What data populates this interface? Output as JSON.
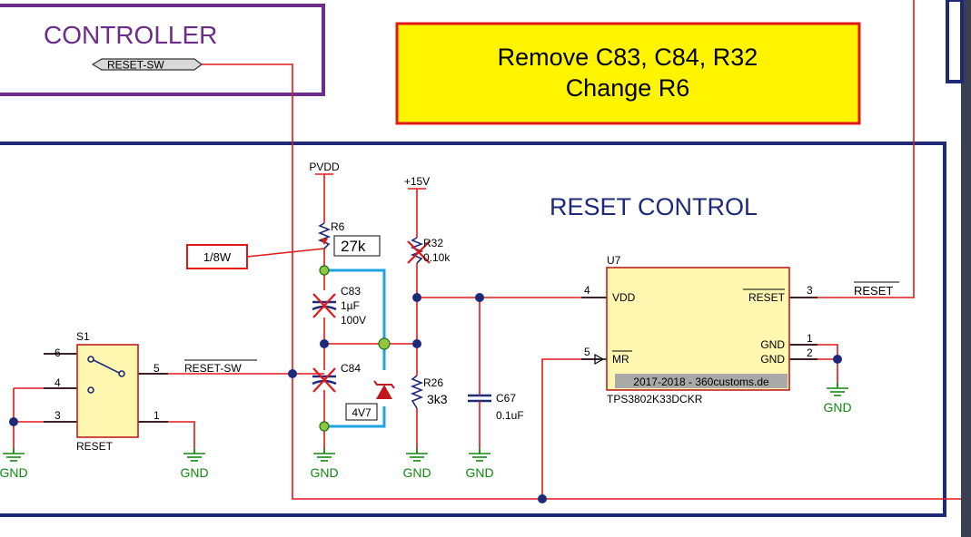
{
  "colors": {
    "wire": "#e01818",
    "net_blue": "#1fa3e0",
    "junction": "#1e2a78",
    "controller_border": "#6b2c8a",
    "section_border": "#1e2a78",
    "note_fill": "#fff400",
    "component_fill": "#fff7b0",
    "ground": "#118a11",
    "pin_bubble": "#8ec63f"
  },
  "controller": {
    "title": "CONTROLLER",
    "port_label": "RESET-SW"
  },
  "note": {
    "line1": "Remove C83, C84, R32",
    "line2": "Change R6"
  },
  "reset_control": {
    "title": "RESET CONTROL"
  },
  "power": {
    "pvdd": "PVDD",
    "plus15v": "+15V"
  },
  "annotation": {
    "wattage": "1/8W"
  },
  "r6": {
    "ref": "R6",
    "value": "27k"
  },
  "c83": {
    "ref": "C83",
    "value": "1µF",
    "voltage": "100V"
  },
  "c84": {
    "ref": "C84",
    "zener": "4V7"
  },
  "r32": {
    "ref": "R32",
    "value": "0.10k"
  },
  "r26": {
    "ref": "R26",
    "value": "3k3"
  },
  "c67": {
    "ref": "C67",
    "value": "0.1uF"
  },
  "s1": {
    "ref": "S1",
    "name": "RESET",
    "pins": [
      "6",
      "4",
      "3",
      "5",
      "1"
    ]
  },
  "nets": {
    "reset_sw": "RESET-SW",
    "reset": "RESET"
  },
  "u7": {
    "ref": "U7",
    "part": "TPS3802K33DCKR",
    "vdd": "VDD",
    "mr": "MR",
    "reset": "RESET",
    "gnd": "GND",
    "watermark": "2017-2018 - 360customs.de",
    "pins": {
      "vdd": "4",
      "mr": "5",
      "reset": "3",
      "gnd1": "1",
      "gnd2": "2"
    }
  },
  "gnd_label": "GND"
}
